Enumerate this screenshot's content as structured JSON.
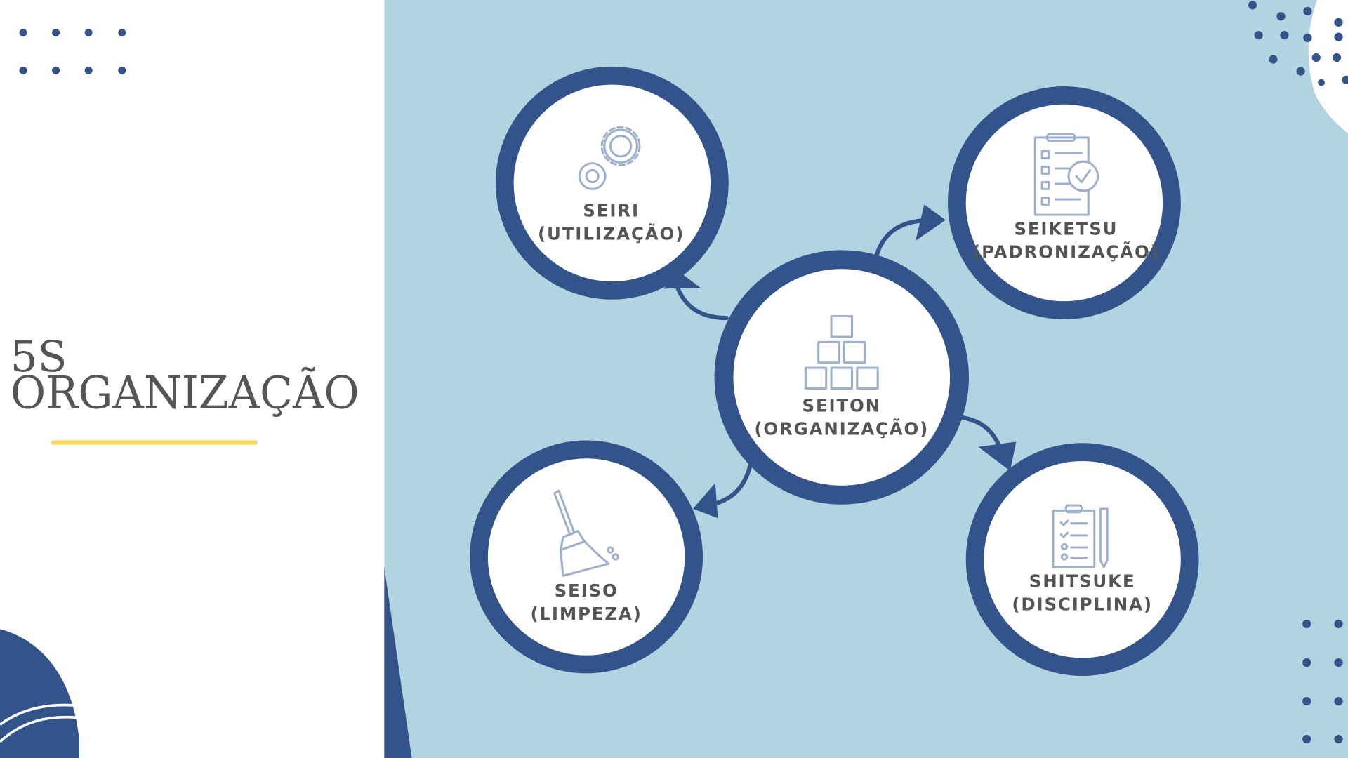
{
  "title": {
    "line1": "5S",
    "line2": "ORGANIZAÇÃO"
  },
  "colors": {
    "navy": "#33548a",
    "panel": "#b2d4e0",
    "text": "#555555",
    "icon": "#9fb0cc",
    "accent": "#fcd94f"
  },
  "nodes": {
    "seiri": {
      "name": "SEIRI",
      "meaning": "(UTILIZAÇÃO)",
      "icon": "gears-icon"
    },
    "seiketsu": {
      "name": "SEIKETSU",
      "meaning": "(PADRONIZAÇÃO)",
      "icon": "checklist-icon"
    },
    "seiton": {
      "name": "SEITON",
      "meaning": "(ORGANIZAÇÃO)",
      "icon": "stacked-boxes-icon"
    },
    "seiso": {
      "name": "SEISO",
      "meaning": "(LIMPEZA)",
      "icon": "broom-icon"
    },
    "shitsuke": {
      "name": "SHITSUKE",
      "meaning": "(DISCIPLINA)",
      "icon": "clipboard-pen-icon"
    }
  }
}
